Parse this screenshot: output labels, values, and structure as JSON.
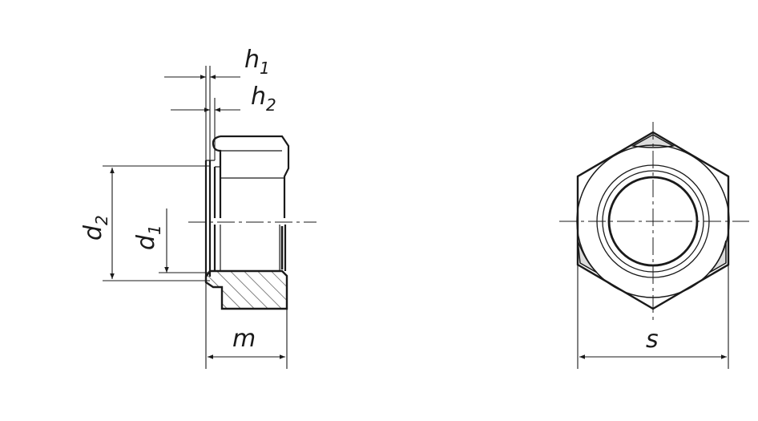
{
  "labels": {
    "h1": {
      "base": "h",
      "sub": "1"
    },
    "h2": {
      "base": "h",
      "sub": "2"
    },
    "d1": {
      "base": "d",
      "sub": "1"
    },
    "d2": {
      "base": "d",
      "sub": "2"
    },
    "m": "m",
    "s": "s"
  },
  "colors": {
    "line": "#1a1a1a",
    "background": "#ffffff"
  }
}
